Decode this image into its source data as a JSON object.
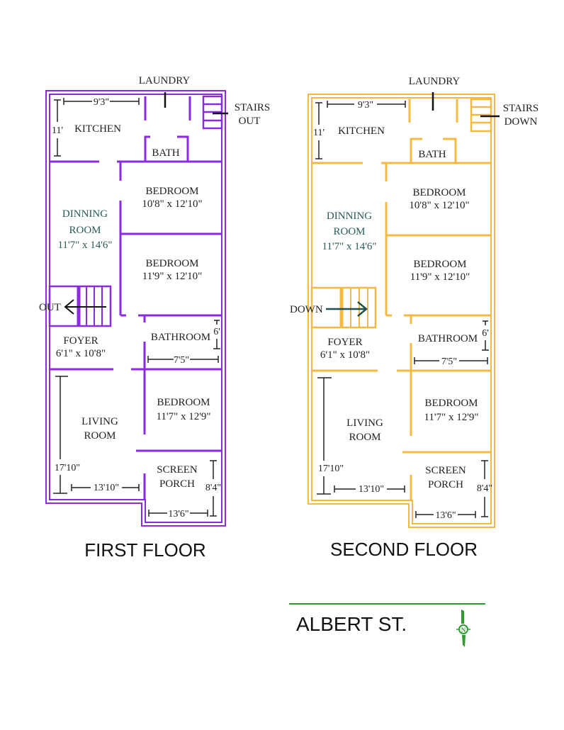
{
  "plans": [
    {
      "id": "first",
      "title": "FIRST FLOOR",
      "wall_color": "#8a2be2",
      "stairs_label": [
        "STAIRS",
        "OUT"
      ],
      "foyer_stair_label": "OUT",
      "foyer_stair_direction": "left",
      "laundry": "LAUNDRY",
      "kitchen": "KITCHEN",
      "kitchen_width": "9'3\"",
      "kitchen_height": "11'",
      "bath": "BATH",
      "bedroom1": {
        "name": "BEDROOM",
        "size": "10'8\" x 12'10\""
      },
      "dining": {
        "name1": "DINNING",
        "name2": "ROOM",
        "size": "11'7\" x 14'6\""
      },
      "bedroom2": {
        "name": "BEDROOM",
        "size": "11'9\" x 12'10\""
      },
      "foyer": {
        "name": "FOYER",
        "size": "6'1\" x 10'8\""
      },
      "bathroom": {
        "name": "BATHROOM",
        "height": "6'",
        "width": "7'5\""
      },
      "bedroom3": {
        "name": "BEDROOM",
        "size": "11'7\" x 12'9\""
      },
      "living": {
        "name1": "LIVING",
        "name2": "ROOM",
        "height": "17'10\"",
        "width": "13'10\""
      },
      "porch": {
        "name1": "SCREEN",
        "name2": "PORCH",
        "height": "8'4\"",
        "width": "13'6\""
      }
    },
    {
      "id": "second",
      "title": "SECOND FLOOR",
      "wall_color": "#f5b942",
      "stairs_label": [
        "STAIRS",
        "DOWN"
      ],
      "foyer_stair_label": "DOWN",
      "foyer_stair_direction": "right",
      "laundry": "LAUNDRY",
      "kitchen": "KITCHEN",
      "kitchen_width": "9'3\"",
      "kitchen_height": "11'",
      "bath": "BATH",
      "bedroom1": {
        "name": "BEDROOM",
        "size": "10'8\" x 12'10\""
      },
      "dining": {
        "name1": "DINNING",
        "name2": "ROOM",
        "size": "11'7\" x 14'6\""
      },
      "bedroom2": {
        "name": "BEDROOM",
        "size": "11'9\" x 12'10\""
      },
      "foyer": {
        "name": "FOYER",
        "size": "6'1\" x 10'8\""
      },
      "bathroom": {
        "name": "BATHROOM",
        "height": "6'",
        "width": "7'5\""
      },
      "bedroom3": {
        "name": "BEDROOM",
        "size": "11'7\" x 12'9\""
      },
      "living": {
        "name1": "LIVING",
        "name2": "ROOM",
        "height": "17'10\"",
        "width": "13'10\""
      },
      "porch": {
        "name1": "SCREEN",
        "name2": "PORCH",
        "height": "8'4\"",
        "width": "13'6\""
      }
    }
  ],
  "street": {
    "name": "ALBERT ST.",
    "line_color": "#2e9b2e"
  },
  "north_arrow": {
    "label": "N",
    "color": "#2e9b2e",
    "icon": "north-arrow-icon"
  }
}
